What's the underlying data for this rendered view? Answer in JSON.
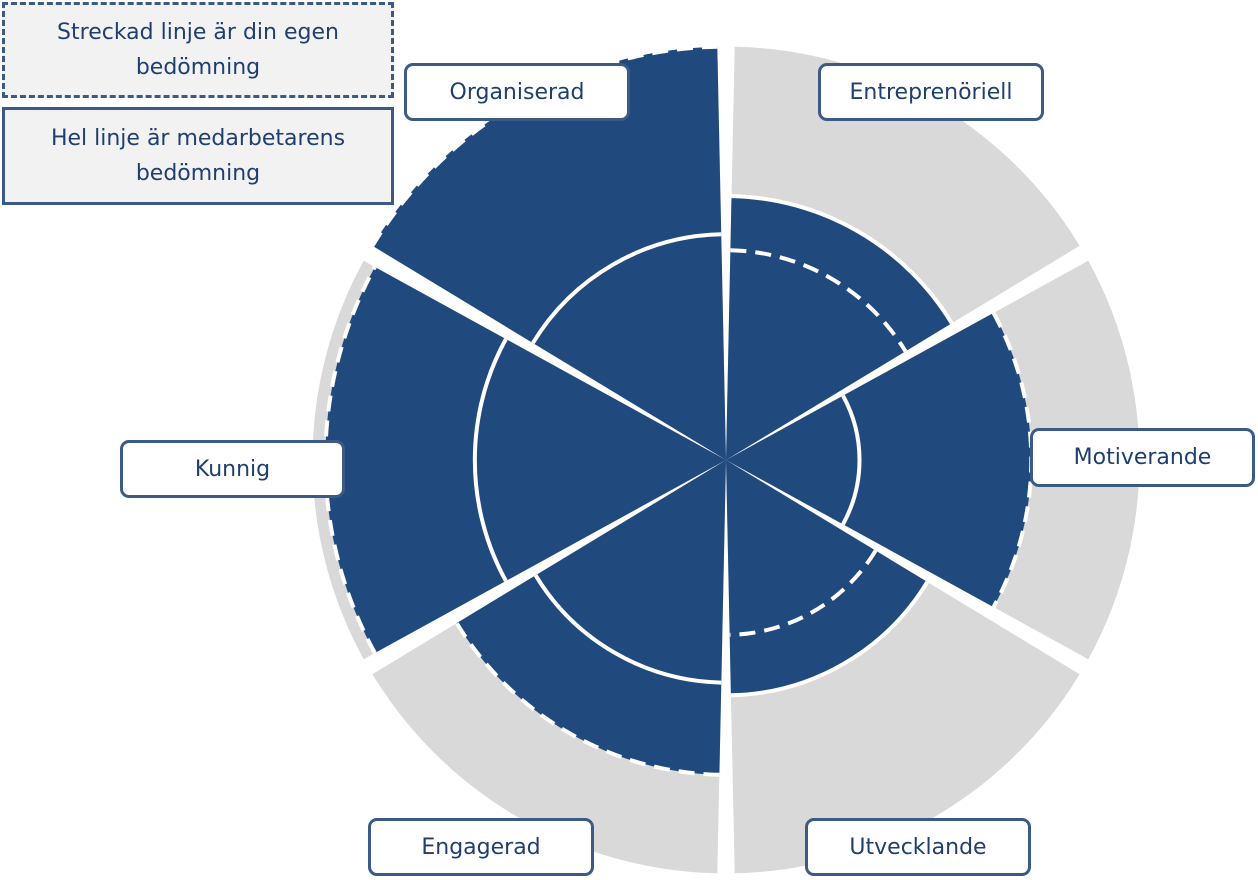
{
  "legend": {
    "dashed_text": "Streckad linje är din egen bedömning",
    "solid_text": "Hel linje är medarbetarens bedömning"
  },
  "colors": {
    "fill": "#204a7e",
    "track": "#d9d9d9",
    "line": "#ffffff",
    "text": "#1f3f6e",
    "border": "#3b5a86"
  },
  "segments": [
    {
      "name": "Entreprenöriell",
      "self": 0.66,
      "employee": 0.83,
      "max": 1.3
    },
    {
      "name": "Motiverande",
      "self": 0.96,
      "employee": 0.42,
      "max": 1.3
    },
    {
      "name": "Utvecklande",
      "self": 0.55,
      "employee": 0.74,
      "max": 1.3
    },
    {
      "name": "Engagerad",
      "self": 0.99,
      "employee": 0.7,
      "max": 1.3
    },
    {
      "name": "Kunnig",
      "self": 1.26,
      "employee": 0.79,
      "max": 1.3
    },
    {
      "name": "Organiserad",
      "self": 1.3,
      "employee": 0.71,
      "max": 1.3
    }
  ]
}
